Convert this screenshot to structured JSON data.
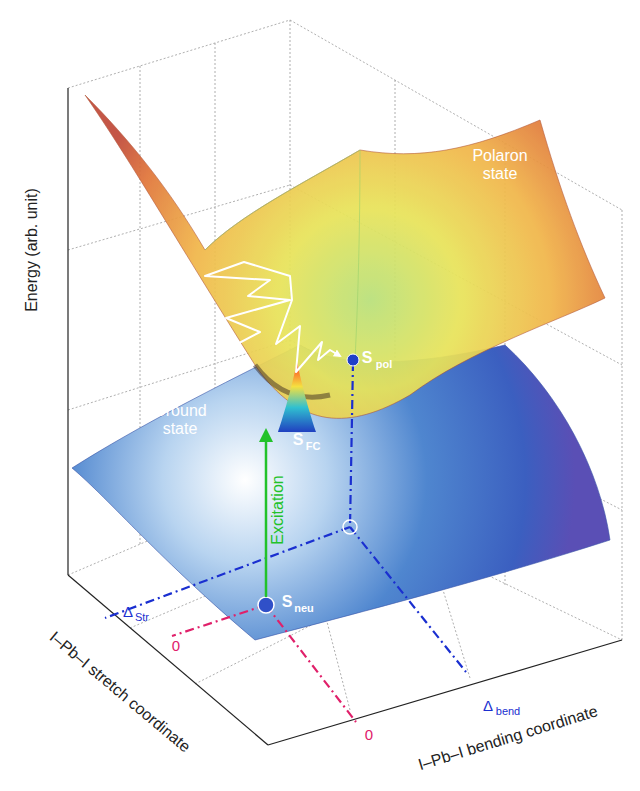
{
  "diagram": {
    "labels": [
      "Energy (arb. unit)",
      "Polaron state",
      "S",
      "pol",
      "S",
      "FC",
      "Ground state",
      "Excitation",
      "S",
      "neu",
      "Δ",
      "Str",
      "0",
      "0",
      "Δ",
      "bend",
      "I–Pb–I stretch coordinate",
      "I–Pb–I bending coordinate"
    ]
  }
}
